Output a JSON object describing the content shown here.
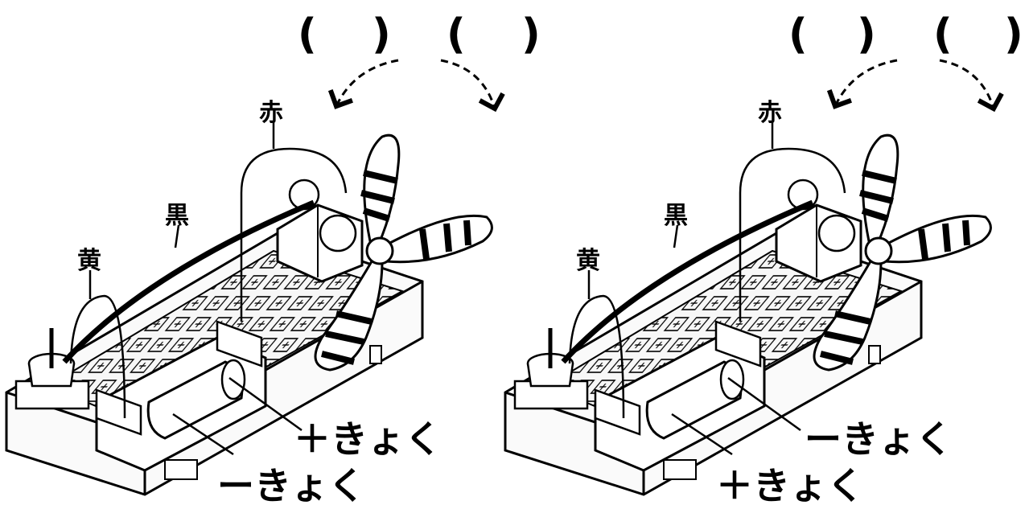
{
  "panels": [
    {
      "id": "left",
      "blanks": [
        "(",
        ")",
        "(",
        ")"
      ],
      "wires": {
        "red": "赤",
        "black": "黒",
        "yellow": "黄"
      },
      "poles": {
        "upper": "＋きょく",
        "lower": "ーきょく"
      }
    },
    {
      "id": "right",
      "blanks": [
        "(",
        ")",
        "(",
        ")"
      ],
      "wires": {
        "red": "赤",
        "black": "黒",
        "yellow": "黄"
      },
      "poles": {
        "upper": "ーきょく",
        "lower": "＋きょく"
      }
    }
  ],
  "colors": {
    "ink": "#000000",
    "paper": "#ffffff",
    "board": "#f4f4f4"
  }
}
